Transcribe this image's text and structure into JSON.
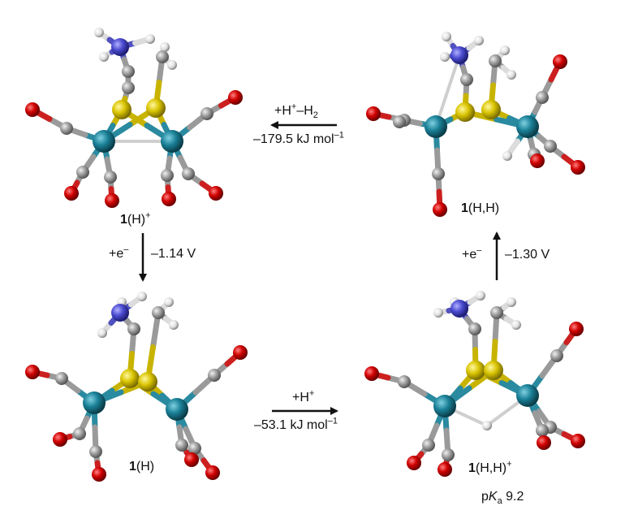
{
  "molecules": [
    {
      "id": "topleft",
      "label_bold": "1",
      "label_rest": "(H)",
      "label_sup": "+"
    },
    {
      "id": "topright",
      "label_bold": "1",
      "label_rest": "(H,H)",
      "label_sup": ""
    },
    {
      "id": "bottomleft",
      "label_bold": "1",
      "label_rest": "(H)",
      "label_sup": ""
    },
    {
      "id": "bottomright",
      "label_bold": "1",
      "label_rest": "(H,H)",
      "label_sup": "+"
    }
  ],
  "pka": {
    "prefix": "p",
    "k": "K",
    "sub": "a",
    "value": " 9.2"
  },
  "arrows": {
    "top": {
      "line1_a": "+H",
      "line1_sup": "+",
      "line1_b": "–H",
      "line1_sub": "2",
      "line2_a": "–179.5 kJ mol",
      "line2_sup": "–1"
    },
    "bottom": {
      "line1_a": "+H",
      "line1_sup": "+",
      "line2_a": "–53.1 kJ mol",
      "line2_sup": "–1"
    },
    "left": {
      "reagent": "+e",
      "reagent_sup": "–",
      "potential": "–1.14 V"
    },
    "right": {
      "reagent": "+e",
      "reagent_sup": "–",
      "potential": "–1.30 V"
    }
  },
  "colors": {
    "carbon": "#9a9a9a",
    "oxygen": "#c80000",
    "sulfur": "#d4c000",
    "nitrogen": "#4848c8",
    "metal": "#1a7f92",
    "hydrogen": "#e8e8e8"
  }
}
